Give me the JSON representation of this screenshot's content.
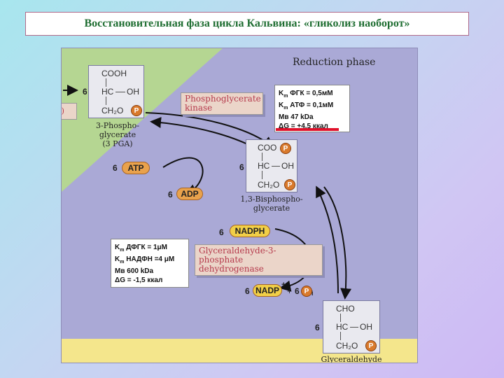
{
  "title": "Восстановительная фаза цикла Кальвина: «гликолиз наоборот»",
  "diagram": {
    "phase_label": "Reduction phase",
    "left_box_text": "o)",
    "mol1": {
      "coefficient": "6",
      "line1": "COOH",
      "line2_left": "HC",
      "line2_right": "OH",
      "line3": "CH₂O",
      "phosphate": "P",
      "caption": "3-Phospho-\nglycerate\n(3 PGA)"
    },
    "mol2": {
      "coefficient": "6",
      "line1": "COO",
      "line2_left": "HC",
      "line2_right": "OH",
      "line3": "CH₂O",
      "phosphate_top": "P",
      "phosphate_bottom": "P",
      "caption": "1,3-Bisphospho-\nglycerate"
    },
    "mol3": {
      "coefficient": "6",
      "line1": "CHO",
      "line2_left": "HC",
      "line2_right": "OH",
      "line3": "CH₂O",
      "phosphate": "P",
      "caption": "Glyceraldehyde"
    },
    "enzyme1": "Phosphoglycerate\nkinase",
    "enzyme2": "Glyceraldehyde-3-phosphate\ndehydrogenase",
    "atp": {
      "coefficient": "6",
      "label": "ATP"
    },
    "adp": {
      "coefficient": "6",
      "label": "ADP"
    },
    "nadph": {
      "coefficient": "6",
      "label": "NADPH"
    },
    "nadp": {
      "coefficient": "6",
      "label": "NADP",
      "charge": "+",
      "plus": "+",
      "pi_coefficient": "6",
      "pi_label": "P",
      "pi_sub": "i"
    },
    "info1": {
      "km1_prefix": "K",
      "km1_sub": "m",
      "km1_text": " ФГК = 0,5мМ",
      "km2_prefix": "K",
      "km2_sub": "m",
      "km2_text": " АТФ = 0,1мМ",
      "mw": "Мв 47 kDa",
      "dg": "ΔG = +4,5 ккал"
    },
    "info2": {
      "km1_prefix": "K",
      "km1_sub": "m",
      "km1_text": " ДФГК = 1μМ",
      "km2_prefix": "K",
      "km2_sub": "m",
      "km2_text": " НАДФН =4 μМ",
      "mw": "Мв 600 kDa",
      "dg": "ΔG = -1,5 ккал"
    }
  },
  "colors": {
    "title_text": "#1f6e32",
    "green_region": "#b5d692",
    "blue_region": "#aaa9d6",
    "yellow_band": "#f4e68c",
    "enzyme_text": "#b53a4c",
    "atp_pill": "#e9a24c",
    "nadph_pill": "#f1cf47",
    "phosphate_ball": "#d97a2c",
    "highlight_line": "#e0102a"
  }
}
